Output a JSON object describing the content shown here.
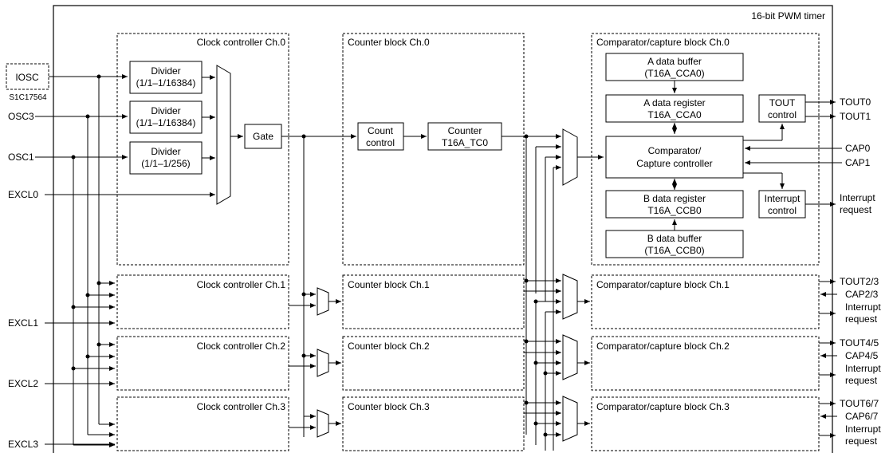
{
  "title": "16-bit PWM timer",
  "iosc": {
    "label": "IOSC",
    "note": "S1C17564"
  },
  "inputs": {
    "osc3": "OSC3",
    "osc1": "OSC1",
    "excl0": "EXCL0",
    "excl1": "EXCL1",
    "excl2": "EXCL2",
    "excl3": "EXCL3"
  },
  "ch0": {
    "clock_title": "Clock controller Ch.0",
    "div1": {
      "line1": "Divider",
      "line2": "(1/1–1/16384)"
    },
    "div2": {
      "line1": "Divider",
      "line2": "(1/1–1/16384)"
    },
    "div3": {
      "line1": "Divider",
      "line2": "(1/1–1/256)"
    },
    "gate": "Gate",
    "counter_title": "Counter block Ch.0",
    "count_control": {
      "line1": "Count",
      "line2": "control"
    },
    "counter": {
      "line1": "Counter",
      "line2": "T16A_TC0"
    },
    "comp_title": "Comparator/capture block Ch.0",
    "a_buffer": {
      "line1": "A data buffer",
      "line2": "(T16A_CCA0)"
    },
    "a_register": {
      "line1": "A data register",
      "line2": "T16A_CCA0"
    },
    "comparator": {
      "line1": "Comparator/",
      "line2": "Capture controller"
    },
    "b_register": {
      "line1": "B data register",
      "line2": "T16A_CCB0"
    },
    "b_buffer": {
      "line1": "B data buffer",
      "line2": "(T16A_CCB0)"
    },
    "tout_control": {
      "line1": "TOUT",
      "line2": "control"
    },
    "int_control": {
      "line1": "Interrupt",
      "line2": "control"
    }
  },
  "ch1": {
    "clock_title": "Clock controller Ch.1",
    "counter_title": "Counter block Ch.1",
    "comp_title": "Comparator/capture block Ch.1"
  },
  "ch2": {
    "clock_title": "Clock controller Ch.2",
    "counter_title": "Counter block Ch.2",
    "comp_title": "Comparator/capture block Ch.2"
  },
  "ch3": {
    "clock_title": "Clock controller Ch.3",
    "counter_title": "Counter block Ch.3",
    "comp_title": "Comparator/capture block Ch.3"
  },
  "outputs": {
    "tout0": "TOUT0",
    "tout1": "TOUT1",
    "cap0": "CAP0",
    "cap1": "CAP1",
    "int_line1": "Interrupt",
    "int_line2": "request",
    "tout23": "TOUT2/3",
    "cap23": "CAP2/3",
    "tout45": "TOUT4/5",
    "cap45": "CAP4/5",
    "tout67": "TOUT6/7",
    "cap67": "CAP6/7"
  }
}
